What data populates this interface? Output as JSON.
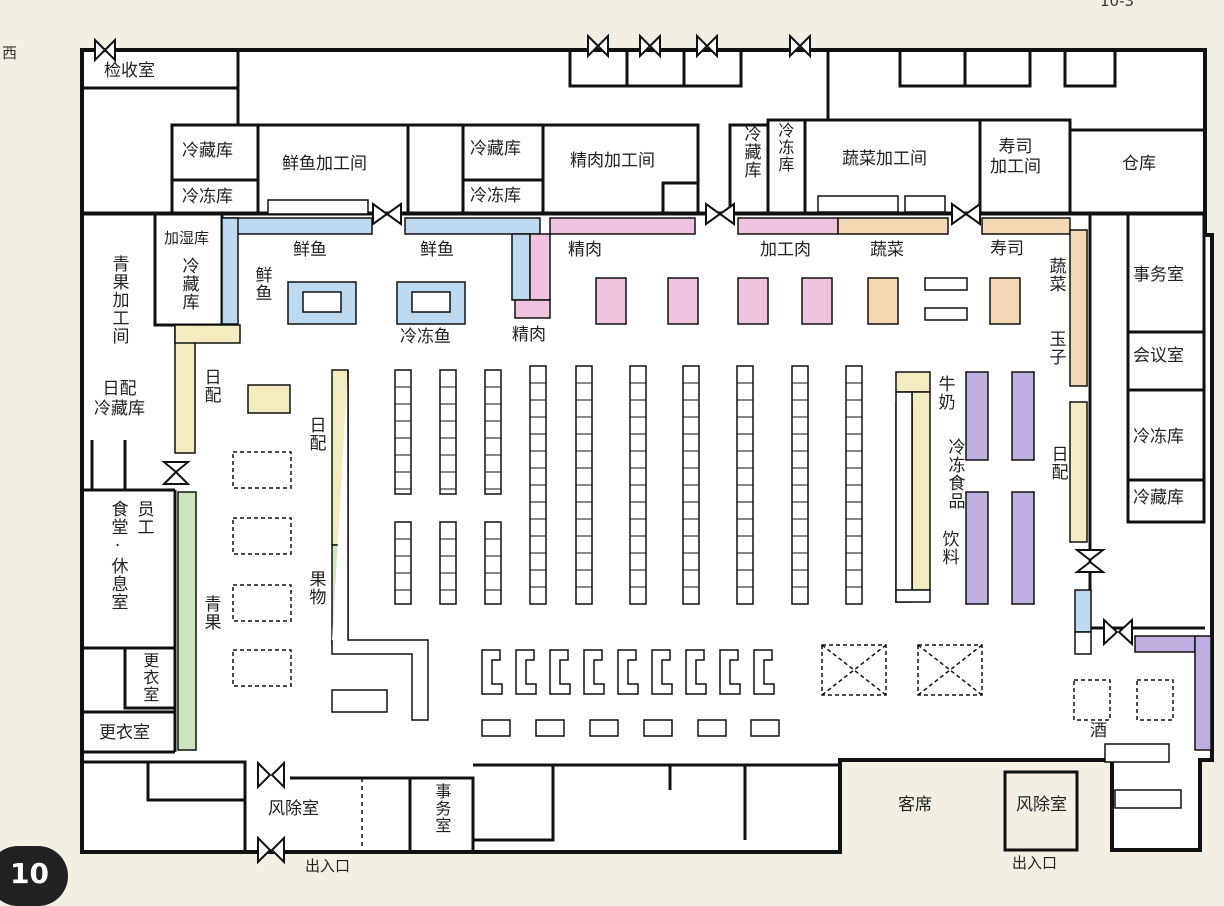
{
  "page_number": "10",
  "corner_top_right": "10-3",
  "corner_left_char": "西",
  "rooms": {
    "inspection": "检收室",
    "cold_storage_1": "冷藏库",
    "freezer_1": "冷冻库",
    "fish_processing": "鲜鱼加工间",
    "cold_storage_2": "冷藏库",
    "freezer_2": "冷冻库",
    "meat_processing": "精肉加工间",
    "cold_storage_3": "冷藏库",
    "freezer_3": "冷冻库",
    "veg_processing": "蔬菜加工间",
    "sushi_processing": "寿司\n加工间",
    "warehouse": "仓库",
    "fruit_processing": "青果加工间",
    "humidify": "加湿库",
    "cold_storage_4": "冷藏库",
    "daily_cold": "日配\n冷藏库",
    "staff_canteen_a": "员工",
    "staff_canteen_b": "食堂·休息室",
    "locker_small": "更衣室",
    "locker": "更衣室",
    "office_1": "事务室",
    "meeting": "会议室",
    "freezer_4": "冷冻库",
    "cold_storage_5": "冷藏库",
    "windbreak_1": "风除室",
    "office_2": "事务室",
    "seating": "客席",
    "windbreak_2": "风除室",
    "entrance_1": "出入口",
    "entrance_2": "出入口"
  },
  "sections": {
    "fish_1": "鲜鱼",
    "fish_2": "鲜鱼",
    "fish_3": "鲜鱼",
    "frozen_fish": "冷冻鱼",
    "meat_1": "精肉",
    "meat_2": "精肉",
    "processed_meat": "加工肉",
    "vegetables_1": "蔬菜",
    "sushi": "寿司",
    "vegetables_2": "蔬菜",
    "eggs": "玉子",
    "daily_1": "日配",
    "daily_2": "日配",
    "daily_3": "日配",
    "milk": "牛奶",
    "frozen_food": "冷冻食品",
    "drinks": "饮料",
    "fruit_goods": "果物",
    "produce": "青果",
    "liquor": "酒"
  },
  "colors": {
    "fish": "#bcd9ef",
    "meat": "#efc3de",
    "vegetables": "#f3d9b3",
    "daily": "#f4ecc1",
    "frozen": "#bfaee0",
    "produce": "#cde6c0",
    "wall": "#111111",
    "floor": "#ffffff",
    "background": "#f3f0e3"
  }
}
